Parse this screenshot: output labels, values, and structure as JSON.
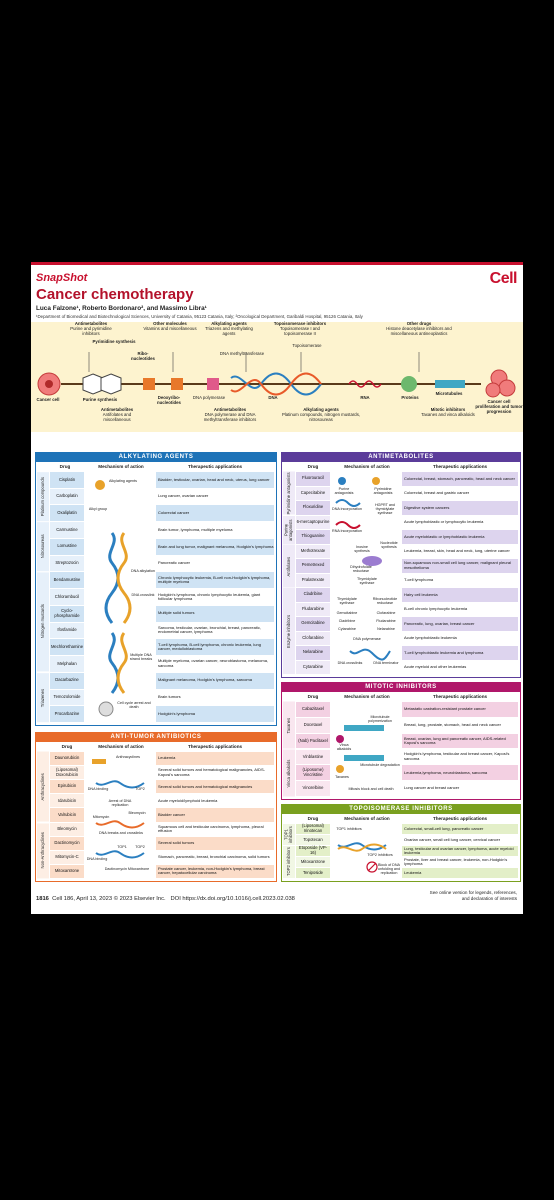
{
  "header": {
    "snapshot": "SnapShot",
    "journal": "Cell",
    "title": "Cancer chemotherapy",
    "authors": "Luca Falzone¹, Roberto Bordonaro², and Massimo Libra¹",
    "affiliation": "¹Department of Biomedical and Biotechnological Sciences, University of Catania, 95123 Catania, Italy; ²Oncological Department, Garibaldi Hospital, 95126 Catania, Italy"
  },
  "pathway": {
    "top_labels": [
      {
        "title": "Antimetabolites",
        "text": "Purine and pyrimidine inhibitors"
      },
      {
        "title": "Pyrimidine synthesis",
        "text": ""
      },
      {
        "title": "Other molecules",
        "text": "Vitamins and miscellaneous"
      },
      {
        "title": "Ribo-nucleotides",
        "text": ""
      },
      {
        "title": "Alkylating agents",
        "text": "Triazens and methylating agents"
      },
      {
        "title": "DNA methyltransferase",
        "text": ""
      },
      {
        "title": "Topoisomerase inhibitors",
        "text": "Topoisomerase I and topoisomerase II"
      },
      {
        "title": "Topoisomerase",
        "text": ""
      },
      {
        "title": "Other drugs",
        "text": "Histone deacetylase inhibitors and miscellaneous antineoplastics"
      }
    ],
    "bottom_labels": [
      {
        "title": "Cancer cell",
        "text": ""
      },
      {
        "title": "Purine synthesis",
        "text": ""
      },
      {
        "title": "Antimetabolites",
        "text": "Antifolates and miscellaneous"
      },
      {
        "title": "Deoxyribo-nucleotides",
        "text": ""
      },
      {
        "title": "DNA polymerase",
        "text": ""
      },
      {
        "title": "Antimetabolites",
        "text": "DNA polymerase and DNA methyltransferase inhibitors"
      },
      {
        "title": "DNA",
        "text": ""
      },
      {
        "title": "Alkylating agents",
        "text": "Platinum compounds, nitrogen mustards, nitrosoureas"
      },
      {
        "title": "RNA",
        "text": ""
      },
      {
        "title": "Proteins",
        "text": ""
      },
      {
        "title": "Microtubules",
        "text": ""
      },
      {
        "title": "Mitotic inhibitors",
        "text": "Taxanes and vinca alkaloids"
      },
      {
        "title": "Cancer cell proliferation and tumor progression",
        "text": ""
      }
    ]
  },
  "alkylating": {
    "title": "ALKYLATING AGENTS",
    "cols": {
      "drug": "Drug",
      "mech": "Mechanism of action",
      "app": "Therapeutic applications"
    },
    "groups": [
      "Platinum compounds",
      "Nitrosoureas",
      "Nitrogen mustards",
      "Triazenes"
    ],
    "mech_labels": [
      "Alkylating agents",
      "Alkyl group",
      "DNA alkylation",
      "DNA crosslink",
      "Multiple DNA strand breaks",
      "Cell cycle arrest and death"
    ],
    "rows": [
      {
        "drug": "Cisplatin",
        "app": "Bladder, testicular, ovarian, head and neck, uterus, lung cancer"
      },
      {
        "drug": "Carboplatin",
        "app": "Lung cancer, ovarian cancer"
      },
      {
        "drug": "Oxaliplatin",
        "app": "Colorectal cancer"
      },
      {
        "drug": "Carmustine",
        "app": "Brain tumor, lymphoma, multiple myeloma"
      },
      {
        "drug": "Lomustine",
        "app": "Brain and lung tumor, malignant melanoma, Hodgkin's lymphoma"
      },
      {
        "drug": "Streptozocin",
        "app": "Pancreatic cancer"
      },
      {
        "drug": "Bendamustine",
        "app": "Chronic lymphocytic leukemia, B-cell non-Hodgkin's lymphoma, multiple myeloma"
      },
      {
        "drug": "Chlorambucil",
        "app": "Hodgkin's lymphoma, chronic lymphocytic leukemia, giant follicular lymphoma"
      },
      {
        "drug": "Cyclo-phosphamide",
        "app": "Multiple solid tumors"
      },
      {
        "drug": "Ifosfamide",
        "app": "Sarcoma, testicular, ovarian, bronchial, breast, pancreatic, endometrial cancer, lymphoma"
      },
      {
        "drug": "Mechlorethamine",
        "app": "T-cell lymphoma, B-cell lymphoma, chronic leukemia, lung cancer, medulloblastoma"
      },
      {
        "drug": "Melphalan",
        "app": "Multiple myeloma, ovarian cancer, neuroblastoma, melanoma, sarcoma"
      },
      {
        "drug": "Dacarbazine",
        "app": "Malignant melanoma, Hodgkin's lymphoma, sarcoma"
      },
      {
        "drug": "Temozolomide",
        "app": "Brain tumors"
      },
      {
        "drug": "Procarbazine",
        "app": "Hodgkin's lymphoma"
      }
    ]
  },
  "antimetabolites": {
    "title": "ANTIMETABOLITES",
    "cols": {
      "drug": "Drug",
      "mech": "Mechanism of action",
      "app": "Therapeutic applications"
    },
    "groups": [
      "Pyrimidine antagonists",
      "Purine antagonists",
      "Antifolates",
      "Enzyme inhibitors"
    ],
    "mech_labels": [
      "Purine antagonists",
      "Pyrimidine antagonists",
      "DNA incorporation",
      "HGPRT and thymidylate synthase",
      "RNA incorporation",
      "Inosine synthesis",
      "Nucleotide synthesis",
      "Dihydrofolate reductase",
      "Thymidylate synthase",
      "Thymidylate synthase",
      "Ribonucleotide reductase",
      "Gemcitabine",
      "Cladribine",
      "Cytarabine",
      "Clofarabine",
      "Fludarabine",
      "Nelarabine",
      "DNA polymerase",
      "DNA crosslinks",
      "DNA terminator"
    ],
    "rows": [
      {
        "drug": "Fluorouracil",
        "app": "Colorectal, breast, stomach, pancreatic, head and neck cancer"
      },
      {
        "drug": "Capecitabine",
        "app": "Colorectal, breast and gastric cancer"
      },
      {
        "drug": "Floxuridine",
        "app": "Digestive system cancers"
      },
      {
        "drug": "6-mercaptopurine",
        "app": "Acute lymphoblastic or lymphocytic leukemia"
      },
      {
        "drug": "Thioguanine",
        "app": "Acute myeloblastic or lymphoblastic leukemia"
      },
      {
        "drug": "Methotrexate",
        "app": "Leukemia, breast, skin, head and neck, lung, uterine cancer"
      },
      {
        "drug": "Pemetrexed",
        "app": "Non-squamous non-small cell lung cancer, malignant pleural mesothelioma"
      },
      {
        "drug": "Pralatrexate",
        "app": "T-cell lymphoma"
      },
      {
        "drug": "Cladribine",
        "app": "Hairy cell leukemia"
      },
      {
        "drug": "Fludarabine",
        "app": "B-cell chronic lymphocytic leukemia"
      },
      {
        "drug": "Gemcitabine",
        "app": "Pancreatic, lung, ovarian, breast cancer"
      },
      {
        "drug": "Clofarabine",
        "app": "Acute lymphoblastic leukemia"
      },
      {
        "drug": "Nelarabine",
        "app": "T-cell lymphoblastic leukemia and lymphoma"
      },
      {
        "drug": "Cytarabine",
        "app": "Acute myeloid and other leukemias"
      }
    ]
  },
  "mitotic": {
    "title": "MITOTIC INHIBITORS",
    "cols": {
      "drug": "Drug",
      "mech": "Mechanism of action",
      "app": "Therapeutic applications"
    },
    "groups": [
      "Taxanes",
      "Vinca alkaloids"
    ],
    "mech_labels": [
      "Microtubule polymerization",
      "Vinca alkaloids",
      "Microtubule degradation",
      "Taxanes",
      "Mitosis block and cell death"
    ],
    "rows": [
      {
        "drug": "Cabazitaxel",
        "app": "Metastatic castration-resistant prostate cancer"
      },
      {
        "drug": "Docetaxel",
        "app": "Breast, lung, prostate, stomach, head and neck cancer"
      },
      {
        "drug": "(Nab) Paclitaxel",
        "app": "Breast, ovarian, lung and pancreatic cancer, AIDS-related Kaposi's sarcoma"
      },
      {
        "drug": "Vinblastine",
        "app": "Hodgkin's lymphoma, testicular and breast cancer, Kaposi's sarcoma"
      },
      {
        "drug": "(Liposome) Vincristine",
        "app": "Leukemia,lymphoma, neuroblastoma, sarcoma"
      },
      {
        "drug": "Vinorelbine",
        "app": "Lung cancer and breast cancer"
      }
    ]
  },
  "antitumor": {
    "title": "ANTI-TUMOR ANTIBIOTICS",
    "cols": {
      "drug": "Drug",
      "mech": "Mechanism of action",
      "app": "Therapeutic applications"
    },
    "groups": [
      "Anthracyclines",
      "Non-Anthracyclines"
    ],
    "mech_labels": [
      "Anthracyclines",
      "DNA binding",
      "TOP2",
      "Arrest of DNA replication",
      "Bleomycin",
      "Mitomycin",
      "DNA breaks and crosslinks",
      "DNA binding",
      "TOP1",
      "TOP2",
      "Dactinomycin Mitoxantrone"
    ],
    "rows": [
      {
        "drug": "Daunorubicin",
        "app": "Leukemia"
      },
      {
        "drug": "(Liposomal) Doxorubicin",
        "app": "Several solid tumors and hematological malignancies, AIDS-Kaposi's sarcoma"
      },
      {
        "drug": "Epirubicin",
        "app": "Several solid tumors and hematological malignancies"
      },
      {
        "drug": "Idarubicin",
        "app": "Acute myeloid/lymphoid leukemia"
      },
      {
        "drug": "Valrubicin",
        "app": "Bladder cancer"
      },
      {
        "drug": "Bleomycin",
        "app": "Squamous cell and testicular carcinoma, lymphoma, pleural effusion"
      },
      {
        "drug": "Dactinomycin",
        "app": "Several solid tumors"
      },
      {
        "drug": "Mitomycin-C",
        "app": "Stomach, pancreatic, breast, bronchial carcinoma, solid tumors"
      },
      {
        "drug": "Mitoxantrone",
        "app": "Prostate cancer, leukemia, non-Hodgkin's lymphoma, breast cancer, hepatocellular carcinoma"
      }
    ]
  },
  "topo": {
    "title": "TOPOISOMERASE INHIBITORS",
    "cols": {
      "drug": "Drug",
      "mech": "Mechanism of action",
      "app": "Therapeutic applications"
    },
    "groups": [
      "TOP1 inhibitors",
      "TOP2 inhibitors"
    ],
    "mech_labels": [
      "TOP1 inhibitors",
      "TOP2 inhibitors",
      "Block of DNA unfolding and replication"
    ],
    "rows": [
      {
        "drug": "(Liposomal) Irinotecan",
        "app": "Colorectal, small-cell lung, pancreatic cancer"
      },
      {
        "drug": "Topotecan",
        "app": "Ovarian cancer, small cell lung cancer, cervical cancer"
      },
      {
        "drug": "Etoposide (VP-16)",
        "app": "Lung, testicular and ovarian cancer, lymphoma, acute myeloid leukemia"
      },
      {
        "drug": "Mitoxantrone",
        "app": "Prostate, liver and breast cancer, leukemia, non-Hodgkin's lymphoma"
      },
      {
        "drug": "Teniposide",
        "app": "Leukemia"
      }
    ]
  },
  "footer": {
    "page": "1816",
    "citation": "Cell 186, April 13, 2023 © 2023 Elsevier Inc.",
    "doi": "DOI https://dx.doi.org/10.1016/j.cell.2023.02.038",
    "note1": "See online version for legends, references,",
    "note2": "and declaration of interests"
  },
  "colors": {
    "brand_red": "#c8102e",
    "alkylating": "#1e73b8",
    "antimetabolites": "#5b3c9a",
    "mitotic": "#b0176a",
    "antitumor": "#e86b2a",
    "topo": "#7aa01f"
  }
}
